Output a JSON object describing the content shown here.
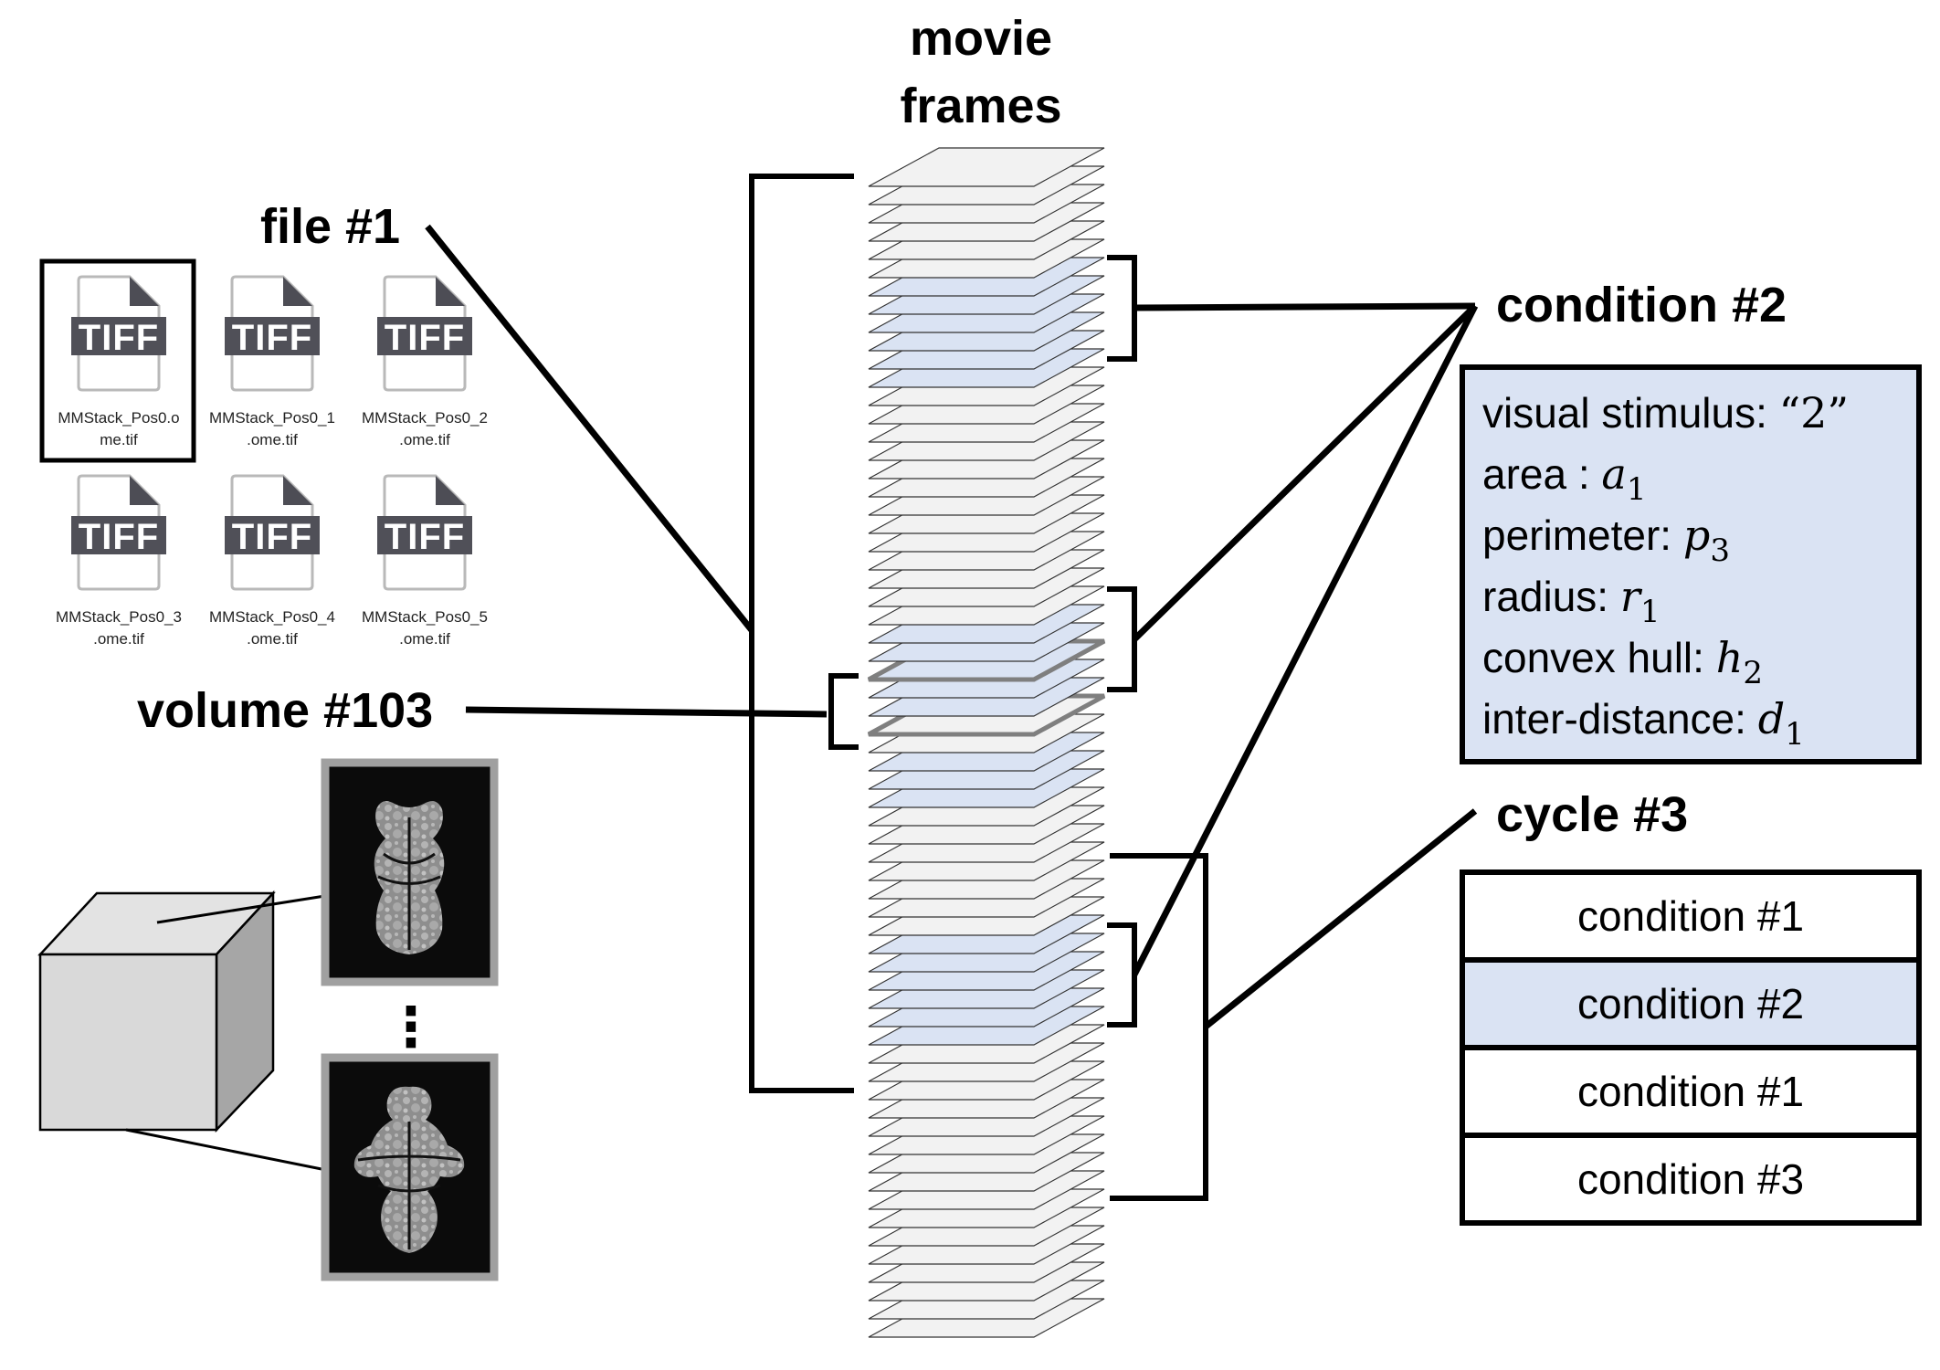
{
  "title_line1": "movie",
  "title_line2": "frames",
  "file_label": "file #1",
  "volume_label": "volume #103",
  "condition_label": "condition #2",
  "cycle_label": "cycle #3",
  "tiff_badge": "TIFF",
  "files": [
    {
      "line1": "MMStack_Pos0.o",
      "line2": "me.tif",
      "selected": true
    },
    {
      "line1": "MMStack_Pos0_1",
      "line2": ".ome.tif",
      "selected": false
    },
    {
      "line1": "MMStack_Pos0_2",
      "line2": ".ome.tif",
      "selected": false
    },
    {
      "line1": "MMStack_Pos0_3",
      "line2": ".ome.tif",
      "selected": false
    },
    {
      "line1": "MMStack_Pos0_4",
      "line2": ".ome.tif",
      "selected": false
    },
    {
      "line1": "MMStack_Pos0_5",
      "line2": ".ome.tif",
      "selected": false
    }
  ],
  "condition_properties": [
    {
      "label": "visual stimulus: ",
      "symbol": "“2”",
      "sub": ""
    },
    {
      "label": "area : ",
      "symbol": "a",
      "sub": "1"
    },
    {
      "label": "perimeter: ",
      "symbol": "p",
      "sub": "3"
    },
    {
      "label": "radius: ",
      "symbol": "r",
      "sub": "1"
    },
    {
      "label": "convex hull: ",
      "symbol": "h",
      "sub": "2"
    },
    {
      "label": "inter-distance: ",
      "symbol": "d",
      "sub": "1"
    }
  ],
  "cycle_conditions": [
    {
      "label": "condition #1",
      "highlighted": false
    },
    {
      "label": "condition #2",
      "highlighted": true
    },
    {
      "label": "condition #1",
      "highlighted": false
    },
    {
      "label": "condition #3",
      "highlighted": false
    }
  ],
  "ellipsis": "⋮",
  "colors": {
    "highlight": "#dae3f3",
    "frame_fill": "#f2f2f2",
    "tiff_badge": "#505058",
    "cube_front": "#d9d9d9",
    "cube_side": "#a6a6a6",
    "brain_panel": "#0a0a0a",
    "brain_tissue": "#8c8c8c"
  }
}
